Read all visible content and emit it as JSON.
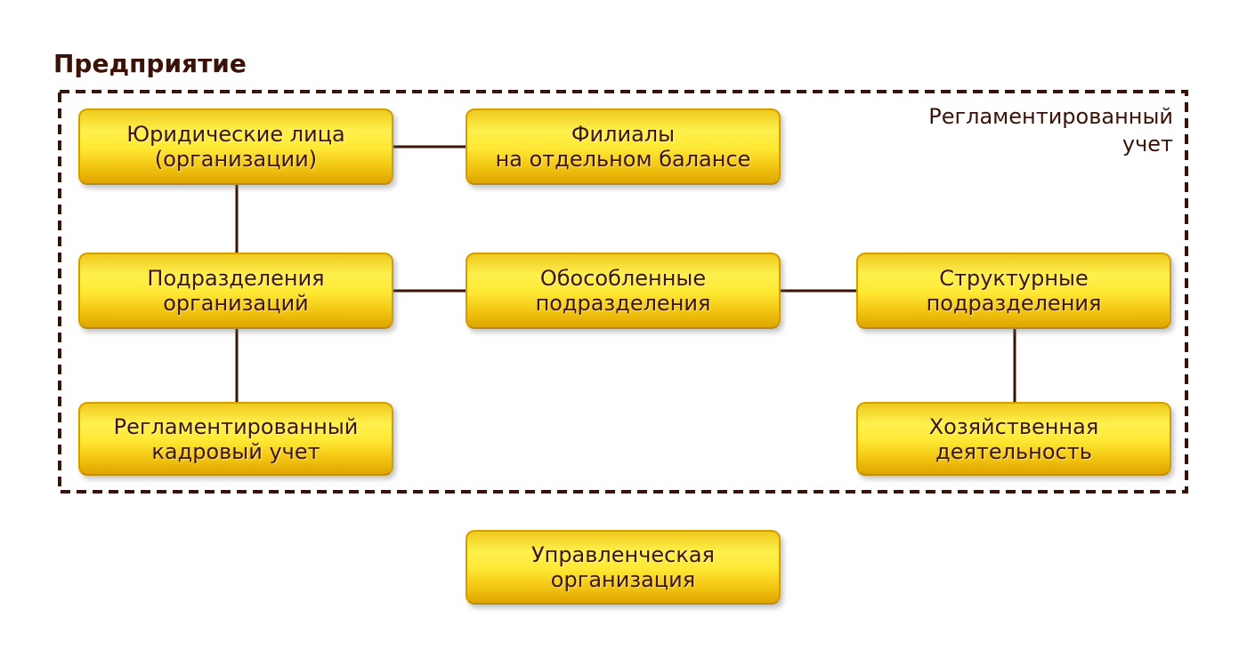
{
  "title": "Предприятие",
  "region_label": {
    "line1": "Регламентированный",
    "line2": "учет"
  },
  "diagram": {
    "type": "org-structure",
    "nodes": [
      {
        "id": "legal-entities",
        "line1": "Юридические лица",
        "line2": "(организации)"
      },
      {
        "id": "branches",
        "line1": "Филиалы",
        "line2": "на отдельном балансе"
      },
      {
        "id": "org-divisions",
        "line1": "Подразделения",
        "line2": "организаций"
      },
      {
        "id": "separate-divisions",
        "line1": "Обособленные",
        "line2": "подразделения"
      },
      {
        "id": "structural-divisions",
        "line1": "Структурные",
        "line2": "подразделения"
      },
      {
        "id": "regulated-hr",
        "line1": "Регламентированный",
        "line2": "кадровый учет"
      },
      {
        "id": "economic-activity",
        "line1": "Хозяйственная",
        "line2": "деятельность"
      },
      {
        "id": "management-org",
        "line1": "Управленческая",
        "line2": "организация"
      }
    ],
    "connections": [
      "legal-entities — branches",
      "legal-entities — org-divisions",
      "org-divisions — separate-divisions",
      "separate-divisions — structural-divisions",
      "org-divisions — regulated-hr",
      "structural-divisions — economic-activity"
    ],
    "boundary_contains": "all nodes except management-org"
  },
  "colors": {
    "dark_brown_line": "#3a1308",
    "title_text": "#3b1208",
    "node_text": "#3f1604",
    "node_border": "#d29e00",
    "node_gradient_top": "#efc91e",
    "node_gradient_light": "#fff04d",
    "node_gradient_bottom": "#dfa500",
    "background": "#ffffff"
  }
}
